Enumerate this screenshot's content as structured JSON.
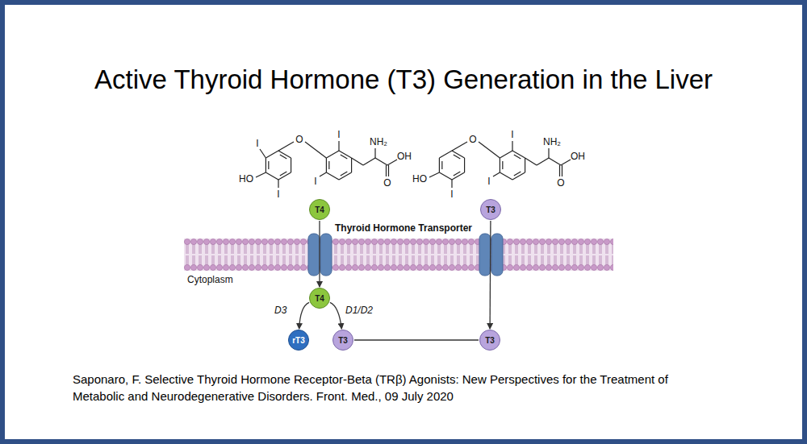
{
  "diagram": {
    "title": "Active Thyroid Hormone (T3) Generation in the Liver",
    "caption": "Saponaro, F. Selective Thyroid Hormone Receptor-Beta (TRβ) Agonists: New Perspectives for the Treatment of Metabolic and Neurodegenerative Disorders. Front. Med., 09 July 2020",
    "nodes": [
      {
        "text": [
          "T4"
        ]
      },
      {
        "text": [
          "T3"
        ]
      },
      {
        "text": [
          "T4"
        ]
      },
      {
        "text": [
          "rT3"
        ]
      },
      {
        "text": [
          "T3"
        ]
      },
      {
        "text": [
          "T3"
        ]
      }
    ],
    "edges": [
      {
        "from": 0,
        "to": 2,
        "arrow": "to"
      },
      {
        "from": 1,
        "to": 5,
        "arrow": "to"
      },
      {
        "from": 2,
        "to": 3,
        "label": "D3",
        "arrow": "to"
      },
      {
        "from": 2,
        "to": 4,
        "label": "D1/D2",
        "arrow": "to"
      },
      {
        "from": 4,
        "to": 5,
        "arrow": "none"
      }
    ],
    "labels": [
      "I",
      "O",
      "I",
      "HO",
      "I",
      "I",
      "NH₂",
      "OH",
      "O",
      "O",
      "I",
      "HO",
      "I",
      "I",
      "NH₂",
      "OH",
      "O",
      "Thyroid Hormone Transporter",
      "Cytoplasm"
    ]
  }
}
